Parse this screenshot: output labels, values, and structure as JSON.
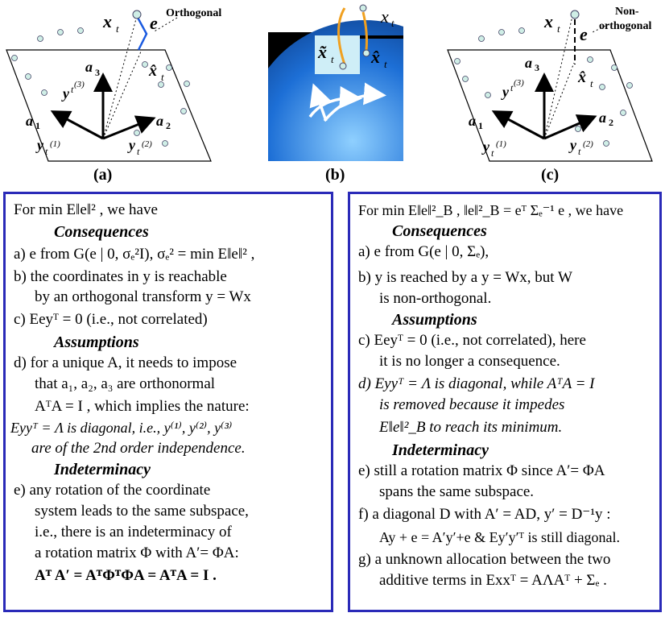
{
  "panels": {
    "a": {
      "label": "(a)",
      "callout": "Orthogonal"
    },
    "b": {
      "label": "(b)"
    },
    "c": {
      "label": "(c)",
      "callout": [
        "Non-",
        "orthogonal"
      ]
    }
  },
  "left_box": {
    "lines": [
      "For  min E‖e‖² , we have",
      "Consequences",
      "a)   e  from G(e | 0, σₑ²I),  σₑ² = min E‖e‖² ,",
      "b)   the coordinates in  y  is reachable",
      "by an orthogonal transform  y = Wx",
      "c)   Eeyᵀ = 0 (i.e., not correlated)",
      "Assumptions",
      "d)   for a unique A, it needs to impose",
      "that  a₁, a₂, a₃  are orthonormal",
      "AᵀA = I , which implies the nature:",
      "Eyyᵀ = Λ is diagonal, i.e.,  y⁽¹⁾,  y⁽²⁾,  y⁽³⁾",
      "are of  the 2nd order independence.",
      "Indeterminacy",
      "e)   any rotation of the coordinate",
      "system leads to the same subspace,",
      "i.e., there is an indeterminacy of",
      "a rotation matrix Φ with  A′= ΦA:",
      "Aᵀ A′ = AᵀΦᵀΦA = AᵀA = I ."
    ]
  },
  "right_box": {
    "lines": [
      "For  min E‖e‖²_B ,  ‖e‖²_B = eᵀ Σₑ⁻¹ e , we have",
      "Consequences",
      "a)     e   from G(e | 0, Σₑ),",
      "b)     y is reached  by a  y = Wx, but  W",
      "is non-orthogonal.",
      "Assumptions",
      "c)   Eeyᵀ = 0 (i.e., not correlated), here",
      "it is no longer a consequence.",
      "d)  Eyyᵀ = Λ is diagonal, while AᵀA = I",
      "is removed because it  impedes",
      "E‖e‖²_B  to reach its minimum.",
      "Indeterminacy",
      "e)   still a rotation matrix  Φ  since A′= ΦA",
      "spans the same subspace.",
      "f)    a diagonal D with  A′ = AD, y′ = D⁻¹y :",
      "Ay + e = A′y′+e  &  Ey′y′ᵀ is still diagonal.",
      "g)  a unknown allocation between the two",
      "additive terms in  Exxᵀ = AΛAᵀ + Σₑ ."
    ]
  },
  "colors": {
    "box_border": "#2a2ab8",
    "dots": "#cfeee6",
    "globe": "#1d6fd6",
    "highlight": "#f0a020",
    "annotation": "#1a5ae0"
  }
}
